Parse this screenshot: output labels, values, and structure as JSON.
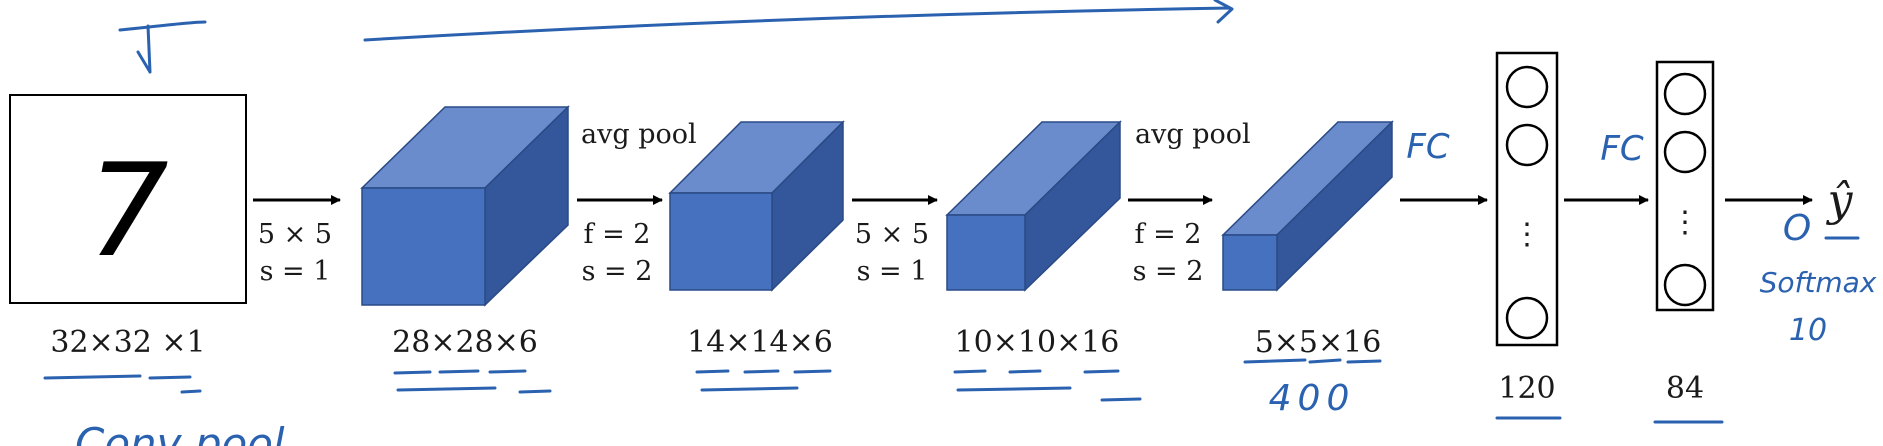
{
  "input": {
    "digit": "7",
    "dims": "32×32 ×1"
  },
  "layers": [
    {
      "dims": "28×28×6"
    },
    {
      "dims": "14×14×6"
    },
    {
      "dims": "10×10×16"
    },
    {
      "dims": "5×5×16",
      "note": "400"
    }
  ],
  "ops": [
    {
      "line1": "5 × 5",
      "line2": "s = 1"
    },
    {
      "title": "avg pool",
      "line1": "f = 2",
      "line2": "s = 2"
    },
    {
      "line1": "5 × 5",
      "line2": "s = 1"
    },
    {
      "title": "avg pool",
      "line1": "f = 2",
      "line2": "s = 2"
    }
  ],
  "fc_layers": [
    {
      "size": "120",
      "label": "FC",
      "ellipsis": "⋮"
    },
    {
      "size": "84",
      "label": "FC",
      "ellipsis": "⋮"
    }
  ],
  "output": {
    "symbol": "ŷ",
    "circle": "O",
    "note": "Softmax",
    "count": "10"
  },
  "bottom_note": "Conv pool",
  "colors": {
    "front": "#4571bf",
    "top": "#6a8ccc",
    "side": "#33579a",
    "ink": "#2b62b0"
  }
}
